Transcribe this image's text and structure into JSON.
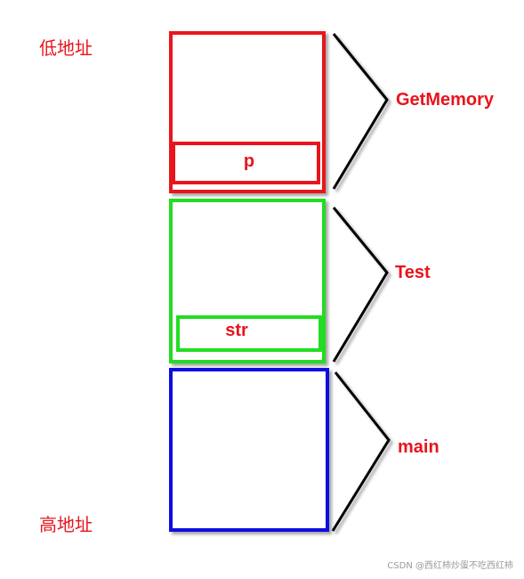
{
  "addresses": {
    "low": "低地址",
    "high": "高地址"
  },
  "frames": {
    "getmemory": {
      "label": "GetMemory",
      "variable": "p",
      "color": "#e8141c"
    },
    "test": {
      "label": "Test",
      "variable": "str",
      "color": "#22dd22"
    },
    "main": {
      "label": "main",
      "color": "#1010e0"
    }
  },
  "label_color": "#e8141c",
  "watermark": "CSDN @西红柿炒蛋不吃西红柿"
}
